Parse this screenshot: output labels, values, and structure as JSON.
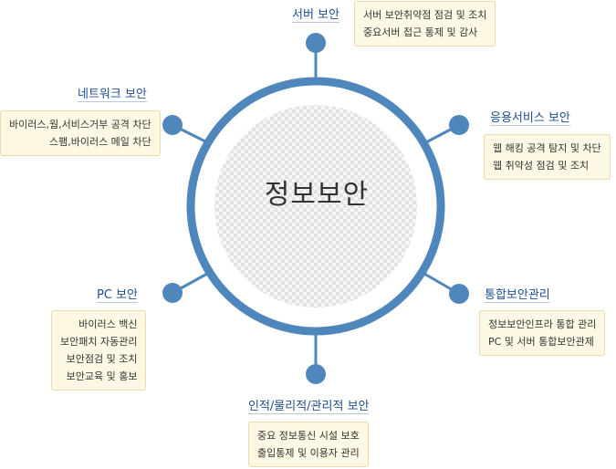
{
  "center": {
    "label": "정보보안"
  },
  "nodes": [
    {
      "title": "서버 보안",
      "items": [
        "서버 보안취약점 점검 및 조치",
        "중요서버 접근 통제 및 감사"
      ]
    },
    {
      "title": "응용서비스 보안",
      "items": [
        "웹 해킹 공격 탐지 및 차단",
        "웹 취약성 점검 및 조치"
      ]
    },
    {
      "title": "통합보안관리",
      "items": [
        "정보보안인프라 통합 관리",
        "PC 및 서버 통합보안관제"
      ]
    },
    {
      "title": "인적/물리적/관리적 보안",
      "items": [
        "중요 정보통신 시설 보호",
        "출입통제 및 이용자 관리"
      ]
    },
    {
      "title": "PC 보안",
      "items": [
        "바이러스 백신",
        "보안패치 자동관리",
        "보안점검 및 조치",
        "보안교육 및 홍보"
      ]
    },
    {
      "title": "네트워크 보안",
      "items": [
        "바이러스,웜,서비스거부 공격 차단",
        "스팸,바이러스 메일 차단"
      ]
    }
  ],
  "colors": {
    "ring": "#4f86bc",
    "node": "#4f86bc",
    "title": "#1f4f8f",
    "box_bg": "#fdf8e3",
    "box_border": "#e8dcaa"
  }
}
